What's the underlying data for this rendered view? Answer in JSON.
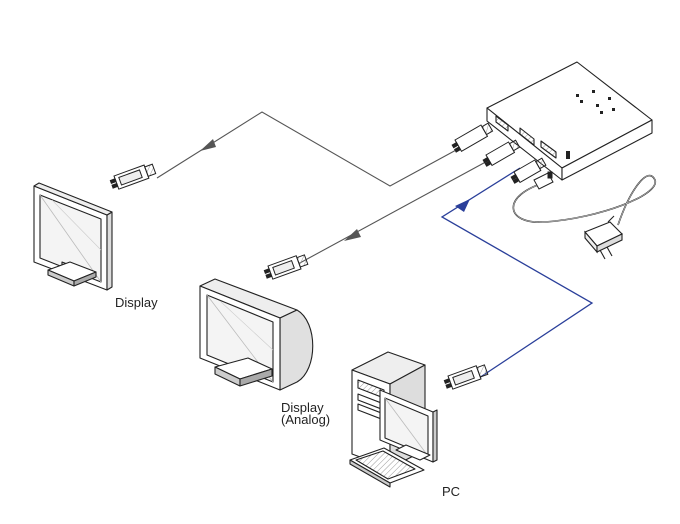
{
  "labels": {
    "display": "Display",
    "display_analog_line1": "Display",
    "display_analog_line2": "(Analog)",
    "pc": "PC"
  },
  "colors": {
    "pc_cable": "#2a3f9a",
    "display_cable": "#555555",
    "outline": "#222222"
  },
  "icons": [
    "splitter-box-icon",
    "vga-connector-icon",
    "lcd-monitor-icon",
    "crt-monitor-icon",
    "desktop-pc-icon",
    "power-adapter-icon"
  ]
}
